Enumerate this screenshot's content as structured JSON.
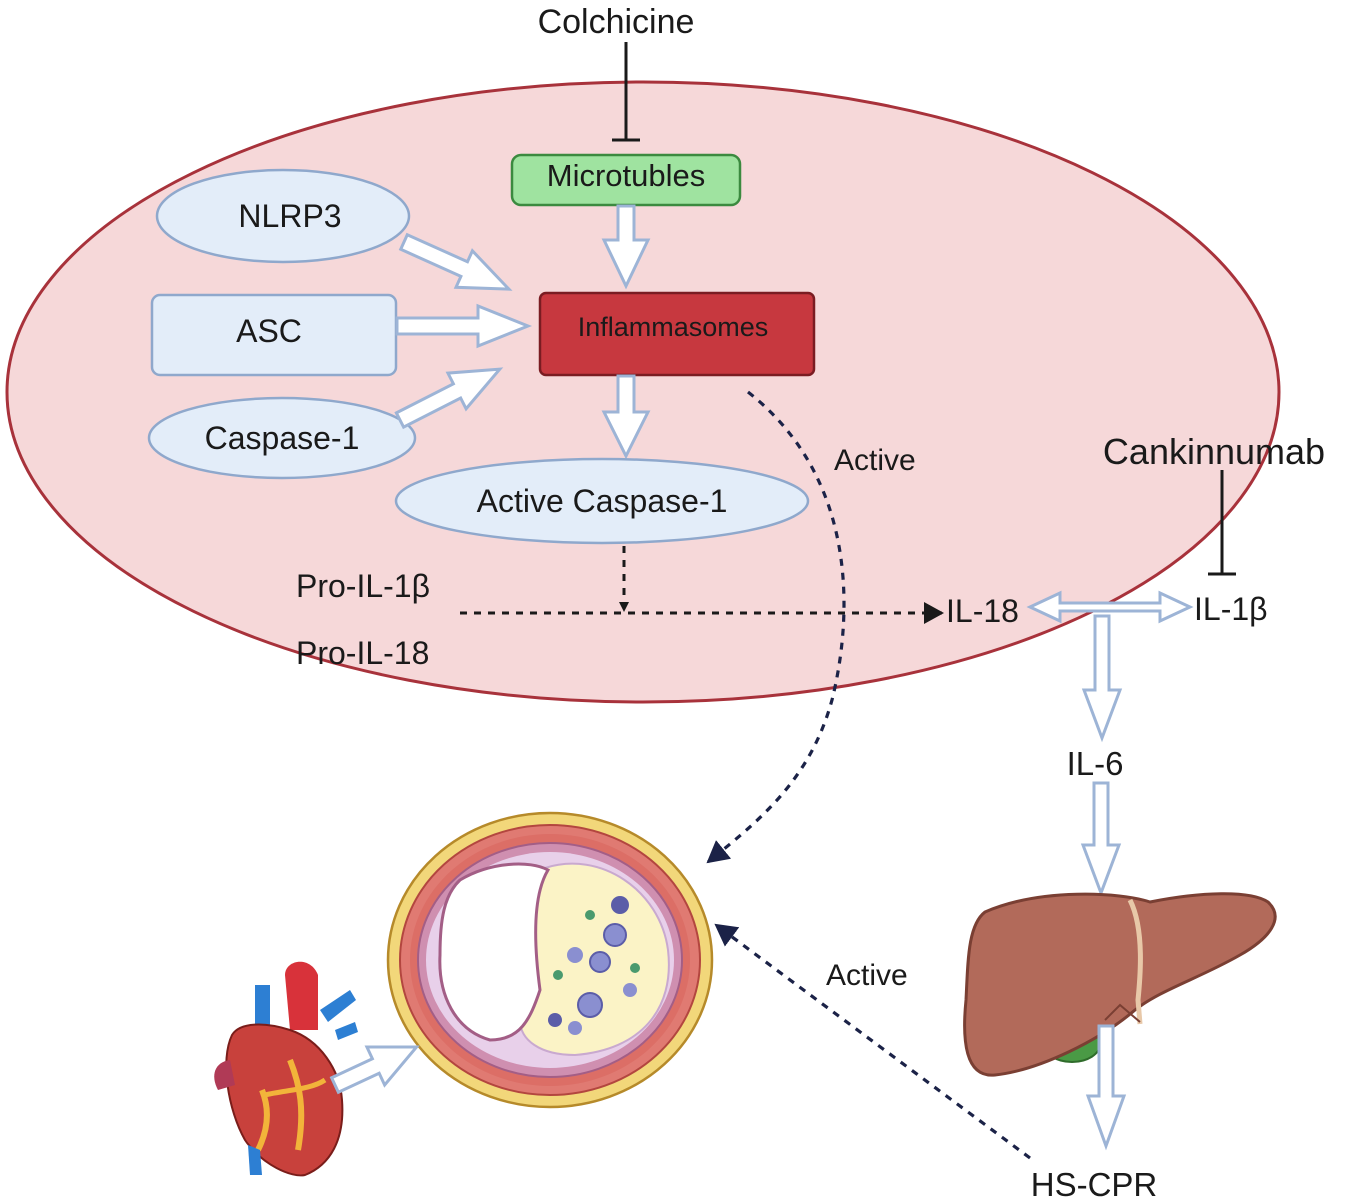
{
  "cell": {
    "microtubles": "Microtubles",
    "nlrp3": "NLRP3",
    "asc": "ASC",
    "caspase1": "Caspase-1",
    "inflammasomes": "Inflammasomes",
    "active_caspase1": "Active Caspase-1",
    "pro_il1b": "Pro-IL-1β",
    "pro_il18": "Pro-IL-18"
  },
  "drugs": {
    "colchicine": "Colchicine",
    "canakinumab": "Cankinnumab"
  },
  "cytokines": {
    "il18": "IL-18",
    "il1b": "IL-1β",
    "il6": "IL-6",
    "hscpr": "HS-CPR"
  },
  "annotations": {
    "active_top": "Active",
    "active_bottom": "Active"
  },
  "icons": [
    "heart-illustration",
    "artery-cross-section",
    "liver-illustration"
  ],
  "colors": {
    "cell_fill": "#f6d8d9",
    "cell_border": "#a8323b",
    "inflammasome": "#c7383f",
    "microtubule": "#9fe3a0",
    "node_fill": "#e3edf9",
    "arrow_blue": "#9db4d6"
  }
}
